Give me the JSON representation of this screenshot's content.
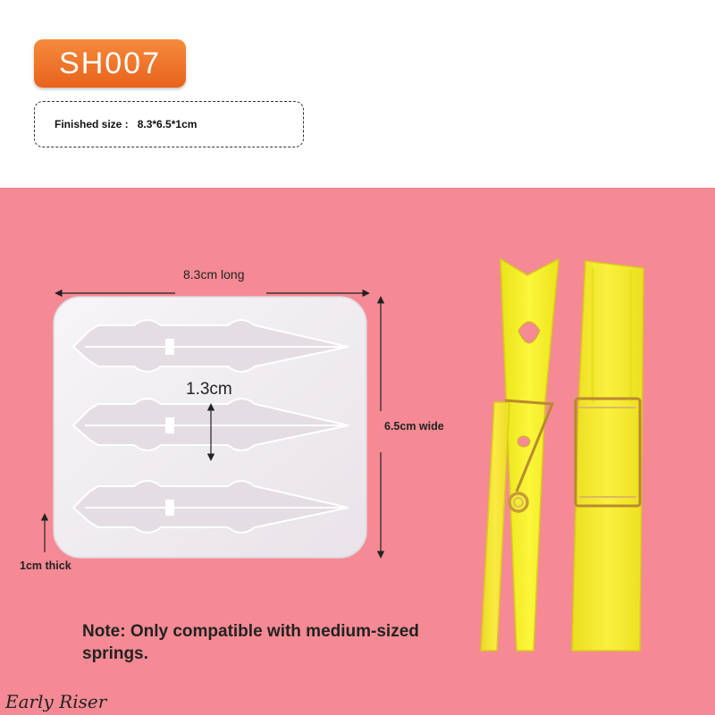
{
  "product": {
    "sku": "SH007",
    "size_label": "Finished size :",
    "size_value": "8.3*6.5*1cm"
  },
  "dimensions": {
    "length": "8.3cm long",
    "slot_width": "1.3cm",
    "width": "6.5cm wide",
    "thickness": "1cm thick"
  },
  "note": "Note: Only compatible with medium-sized springs.",
  "brand": "Early Riser",
  "colors": {
    "badge": "#e8631c",
    "background_panel": "#f58a94",
    "mold": "#f1eef1",
    "clothespin": "#f8f21e"
  }
}
